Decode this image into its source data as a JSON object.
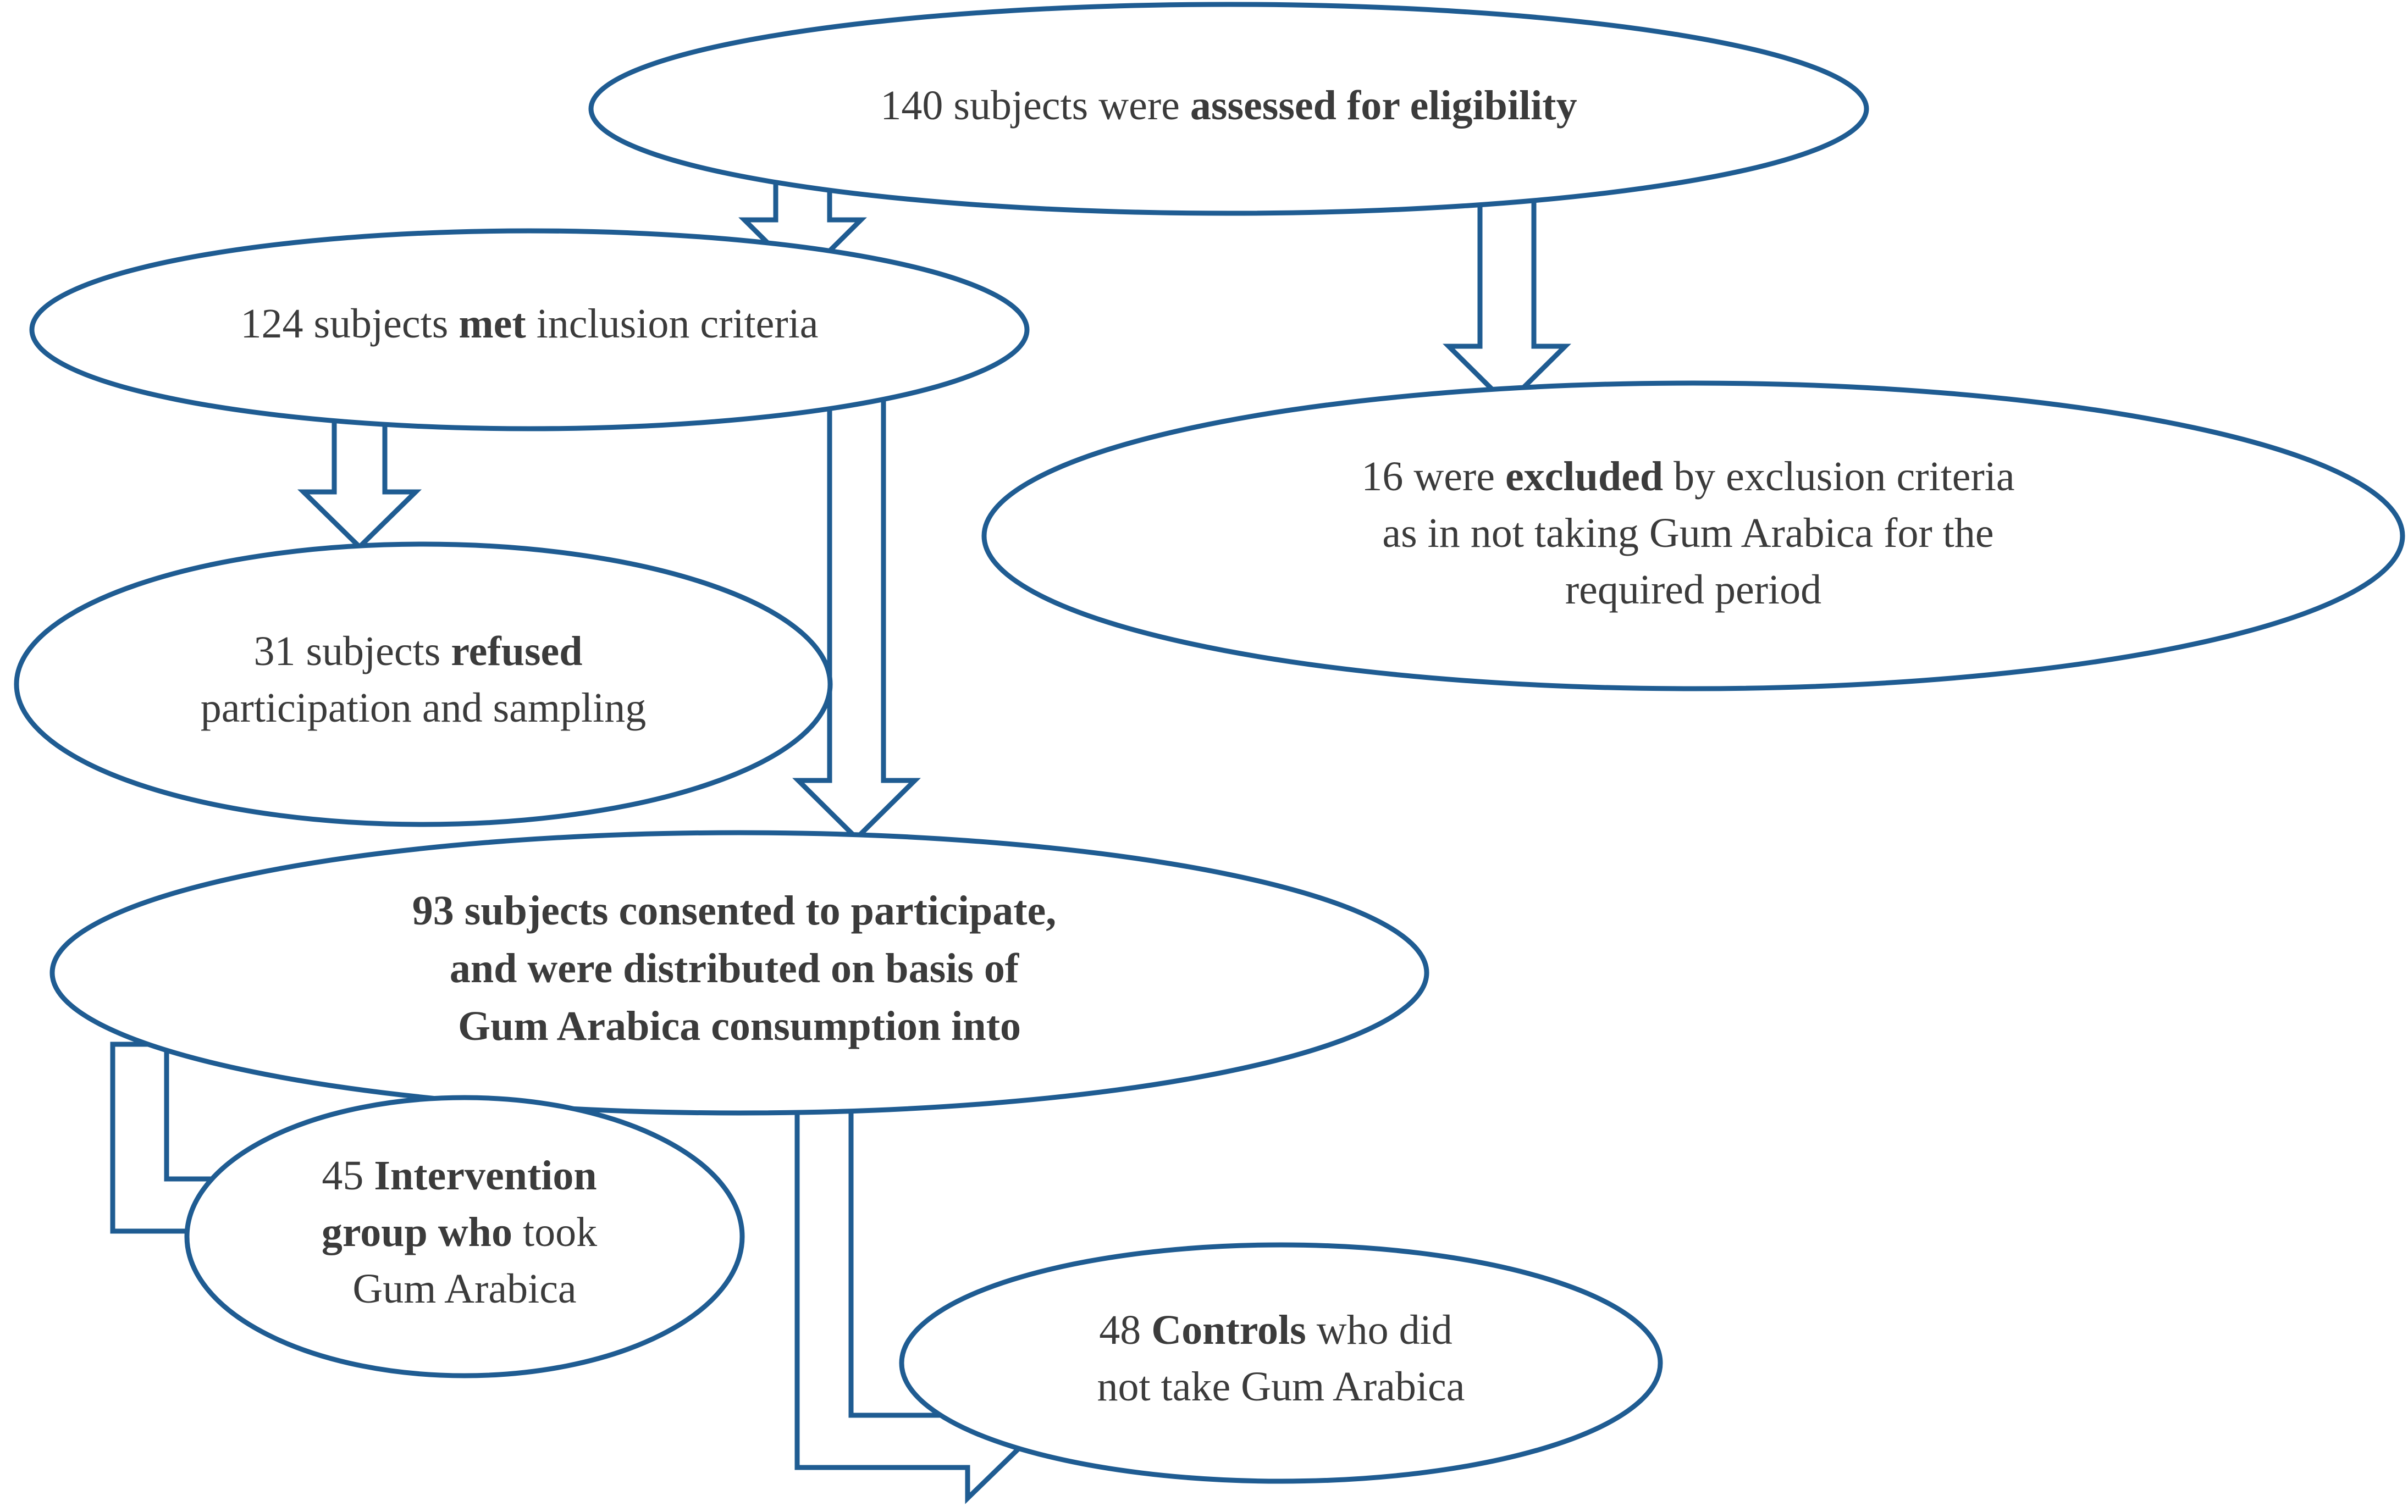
{
  "diagram": {
    "title": "Participant flow diagram",
    "colors": {
      "stroke": "#1f5c92",
      "text": "#3b3b3b",
      "background": "#ffffff"
    },
    "nodes": {
      "assessed": {
        "id": "assessed-for-eligibility",
        "lines": [
          {
            "plain_before": "140 subjects were ",
            "bold": "assessed for eligibility",
            "plain_after": ""
          }
        ],
        "count": "140",
        "full_text": "140 subjects were assessed for eligibility"
      },
      "included": {
        "id": "met-inclusion-criteria",
        "lines": [
          {
            "plain_before": "124 subjects ",
            "bold": "met",
            "plain_after": " inclusion criteria"
          }
        ],
        "count": "124",
        "full_text": "124 subjects met inclusion criteria"
      },
      "excluded": {
        "id": "excluded-by-criteria",
        "lines": [
          {
            "plain_before": "16 were ",
            "bold": "excluded",
            "plain_after": " by exclusion criteria"
          },
          {
            "plain_before": "as in not taking Gum Arabica for the",
            "bold": "",
            "plain_after": ""
          },
          {
            "plain_before": "required period",
            "bold": "",
            "plain_after": ""
          }
        ],
        "count": "16",
        "full_text": "16 were excluded by exclusion criteria as in not taking Gum Arabica for the required period"
      },
      "refused": {
        "id": "refused-participation",
        "lines": [
          {
            "plain_before": "31 subjects ",
            "bold": "refused",
            "plain_after": ""
          },
          {
            "plain_before": "participation and sampling",
            "bold": "",
            "plain_after": ""
          }
        ],
        "count": "31",
        "full_text": "31 subjects refused participation and sampling"
      },
      "consented": {
        "id": "consented-to-participate",
        "lines": [
          {
            "plain_before": "",
            "bold": "93 subjects consented to participate,",
            "plain_after": ""
          },
          {
            "plain_before": "",
            "bold": "and were distributed on basis of",
            "plain_after": ""
          },
          {
            "plain_before": "",
            "bold": "Gum Arabica consumption into",
            "plain_after": ""
          }
        ],
        "count": "93",
        "full_text": "93 subjects consented to participate, and were distributed on basis of Gum Arabica consumption into"
      },
      "intervention": {
        "id": "intervention-group",
        "lines": [
          {
            "plain_before": "45 ",
            "bold": "Intervention",
            "plain_after": ""
          },
          {
            "plain_before": "",
            "bold": "group who ",
            "plain_after": "took"
          },
          {
            "plain_before": "Gum Arabica",
            "bold": "",
            "plain_after": ""
          }
        ],
        "count": "45",
        "full_text": "45 Intervention group who took Gum Arabica"
      },
      "controls": {
        "id": "controls-group",
        "lines": [
          {
            "plain_before": "48 ",
            "bold": "Controls",
            "plain_after": " who did"
          },
          {
            "plain_before": "not take Gum Arabica",
            "bold": "",
            "plain_after": ""
          }
        ],
        "count": "48",
        "full_text": "48 Controls who did not take Gum Arabica"
      }
    },
    "connectors": [
      {
        "id": "assessed-to-included",
        "from": "assessed",
        "to": "included",
        "shape": "straight-down-arrow"
      },
      {
        "id": "assessed-to-excluded",
        "from": "assessed",
        "to": "excluded",
        "shape": "straight-down-arrow"
      },
      {
        "id": "included-to-refused",
        "from": "included",
        "to": "refused",
        "shape": "straight-down-arrow"
      },
      {
        "id": "included-to-consented",
        "from": "included",
        "to": "consented",
        "shape": "straight-down-arrow"
      },
      {
        "id": "consented-to-intervention",
        "from": "consented",
        "to": "intervention",
        "shape": "elbow-down-right-arrow"
      },
      {
        "id": "consented-to-controls",
        "from": "consented",
        "to": "controls",
        "shape": "elbow-down-right-arrow"
      }
    ]
  }
}
